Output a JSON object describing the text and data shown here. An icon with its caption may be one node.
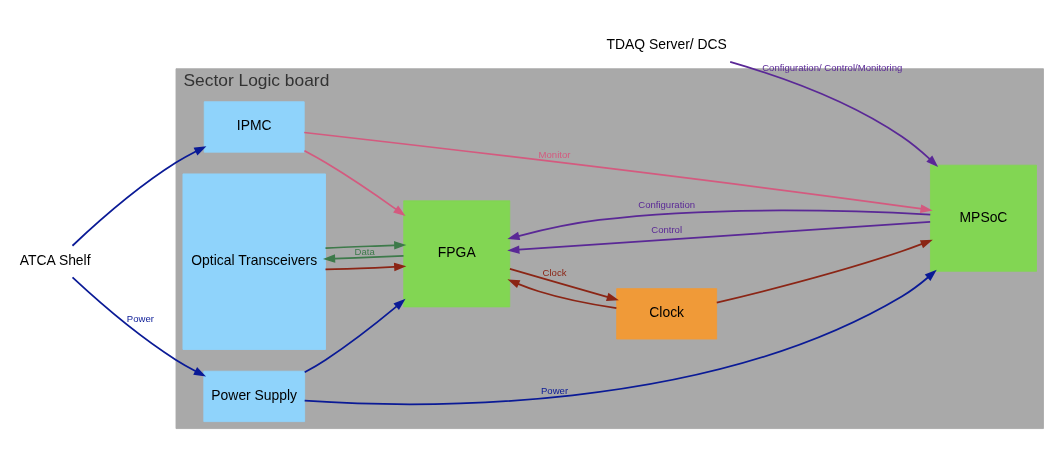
{
  "diagram": {
    "nodes": [
      {
        "text": [
          "Sector Logic board"
        ]
      },
      {
        "text": [
          "Optical Transceivers"
        ],
        "in": 0
      },
      {
        "text": [
          "FPGA"
        ],
        "in": 0
      },
      {
        "text": [
          "Clock"
        ],
        "in": 0
      },
      {
        "text": [
          "MPSoC"
        ],
        "in": 0
      },
      {
        "text": [
          "IPMC"
        ],
        "in": 0
      },
      {
        "text": [
          "Power Supply"
        ],
        "in": 0
      },
      {
        "text": [
          "TDAQ Server/ DCS"
        ]
      },
      {
        "text": [
          "ATCA Shelf"
        ]
      }
    ],
    "edges": [
      {
        "from": 1,
        "to": 2,
        "arrow": "to",
        "color": "#8b2515"
      },
      {
        "from": 1,
        "to": 2,
        "arrow": "to",
        "color": "#3d7a4a"
      },
      {
        "from": 2,
        "to": 1,
        "arrow": "to",
        "color": "#3d7a4a",
        "label": "Data"
      },
      {
        "from": 2,
        "to": 3,
        "arrow": "to",
        "color": "#8b2515",
        "label": "Clock"
      },
      {
        "from": 3,
        "to": 2,
        "arrow": "to",
        "color": "#8b2515"
      },
      {
        "from": 3,
        "to": 4,
        "arrow": "to",
        "color": "#8b2515"
      },
      {
        "from": 4,
        "to": 2,
        "arrow": "to",
        "color": "#5a2896",
        "label": "Control"
      },
      {
        "from": 4,
        "to": 2,
        "arrow": "to",
        "color": "#5a2896",
        "label": "Configuration"
      },
      {
        "from": 5,
        "to": 2,
        "arrow": "to",
        "color": "#d45a7f"
      },
      {
        "from": 5,
        "to": 4,
        "arrow": "to",
        "color": "#d45a7f",
        "label": "Monitor"
      },
      {
        "from": 6,
        "to": 2,
        "arrow": "to",
        "color": "#0a1a96"
      },
      {
        "from": 6,
        "to": 4,
        "arrow": "to",
        "color": "#0a1a96",
        "label": "Power"
      },
      {
        "from": 7,
        "to": 4,
        "arrow": "to",
        "color": "#5a2896",
        "label": "Configuration/ Control/Monitoring"
      },
      {
        "from": 8,
        "to": 5,
        "arrow": "to",
        "color": "#0a1a96"
      },
      {
        "from": 8,
        "to": 6,
        "arrow": "to",
        "color": "#0a1a96",
        "label": "Power"
      }
    ]
  }
}
